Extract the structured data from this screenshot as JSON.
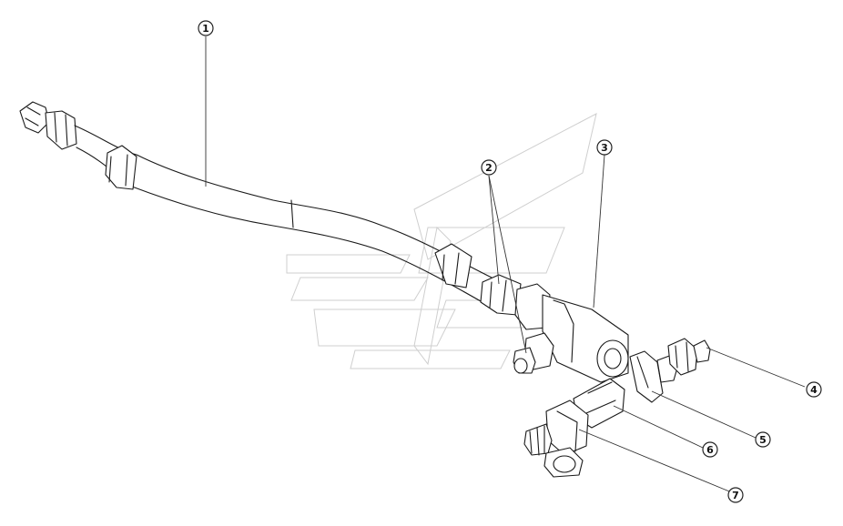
{
  "diagram": {
    "callouts": [
      {
        "id": "c1",
        "label": "1"
      },
      {
        "id": "c2",
        "label": "2"
      },
      {
        "id": "c3",
        "label": "3"
      },
      {
        "id": "c4",
        "label": "4"
      },
      {
        "id": "c5",
        "label": "5"
      },
      {
        "id": "c6",
        "label": "6"
      },
      {
        "id": "c7",
        "label": "7"
      }
    ]
  }
}
